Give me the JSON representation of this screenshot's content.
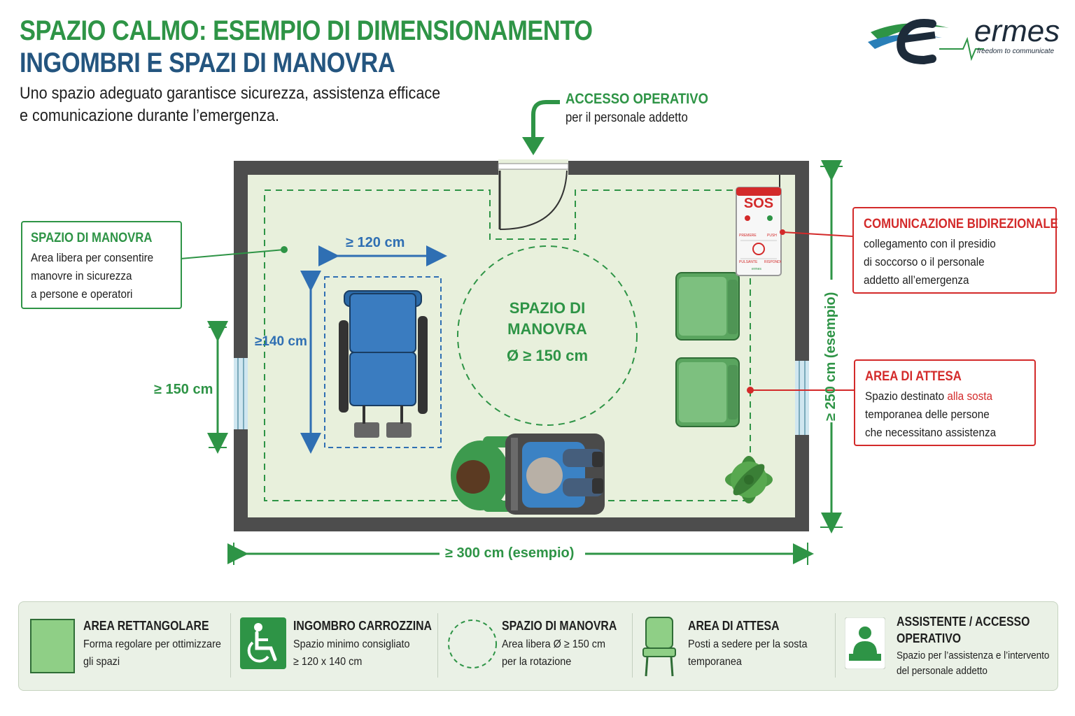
{
  "header": {
    "title_line1": "SPAZIO CALMO: ESEMPIO DI DIMENSIONAMENTO",
    "title_line2": "INGOMBRI E SPAZI DI MANOVRA",
    "subtitle_line1": "Uno spazio adeguato garantisce sicurezza, assistenza efficace",
    "subtitle_line2": "e comunicazione durante l’emergenza."
  },
  "logo": {
    "name": "ermes",
    "tagline": "freedom to communicate"
  },
  "access": {
    "title": "ACCESSO OPERATIVO",
    "subtitle": "per il personale addetto"
  },
  "callouts": {
    "manovra": {
      "title": "SPAZIO DI MANOVRA",
      "lines": [
        "Area libera per consentire",
        "manovre in sicurezza",
        "a persone e operatori"
      ]
    },
    "comunicazione": {
      "title": "COMUNICAZIONE BIDIREZIONALE",
      "lines": [
        "collegamento con il presidio",
        "di soccorso o il personale",
        "addetto all’emergenza"
      ]
    },
    "attesa": {
      "title": "AREA DI ATTESA",
      "line1_before": "Spazio destinato ",
      "line1_highlight": "alla sosta",
      "lines": [
        "temporanea delle persone",
        "che necessitano assistenza"
      ]
    }
  },
  "room": {
    "circle_label_1": "SPAZIO DI",
    "circle_label_2": "MANOVRA",
    "circle_diameter": "Ø ≥ 150 cm",
    "sos_label": "SOS",
    "sos_small_left": "PREMERE",
    "sos_small_right": "PUSH",
    "sos_bottom_left": "PULSANTE",
    "sos_bottom_right": "RISPONDI",
    "sos_brand": "ermes"
  },
  "dimensions": {
    "wheelchair_width": "≥ 120 cm",
    "wheelchair_depth": "≥140 cm",
    "left_window": "≥ 150 cm",
    "room_width": "≥ 300 cm (esempio)",
    "room_height": "≥ 250 cm (esempio)"
  },
  "legend": [
    {
      "title": "AREA RETTANGOLARE",
      "lines": [
        "Forma regolare per ottimizzare",
        "gli spazi"
      ],
      "icon": "green-square-icon"
    },
    {
      "title": "INGOMBRO CARROZZINA",
      "lines": [
        "Spazio minimo consigliato",
        "≥ 120 x 140 cm"
      ],
      "icon": "wheelchair-icon"
    },
    {
      "title": "SPAZIO DI MANOVRA",
      "lines": [
        "Area libera Ø ≥ 150 cm",
        "per la rotazione"
      ],
      "icon": "dashed-circle-icon"
    },
    {
      "title": "AREA DI ATTESA",
      "lines": [
        "Posti a sedere per la sosta",
        "temporanea"
      ],
      "icon": "chair-icon"
    },
    {
      "title_lines": [
        "ASSISTENTE / ACCESSO",
        "OPERATIVO"
      ],
      "lines": [
        "Spazio per l’assistenza e l’intervento",
        "del personale addetto"
      ],
      "icon": "assistant-icon"
    }
  ],
  "colors": {
    "green": "#2e9446",
    "blue": "#24557f",
    "dim_blue": "#2f6fb3",
    "red": "#d32a2a",
    "floor": "#e8f0dc",
    "wall": "#4d4d4d"
  }
}
